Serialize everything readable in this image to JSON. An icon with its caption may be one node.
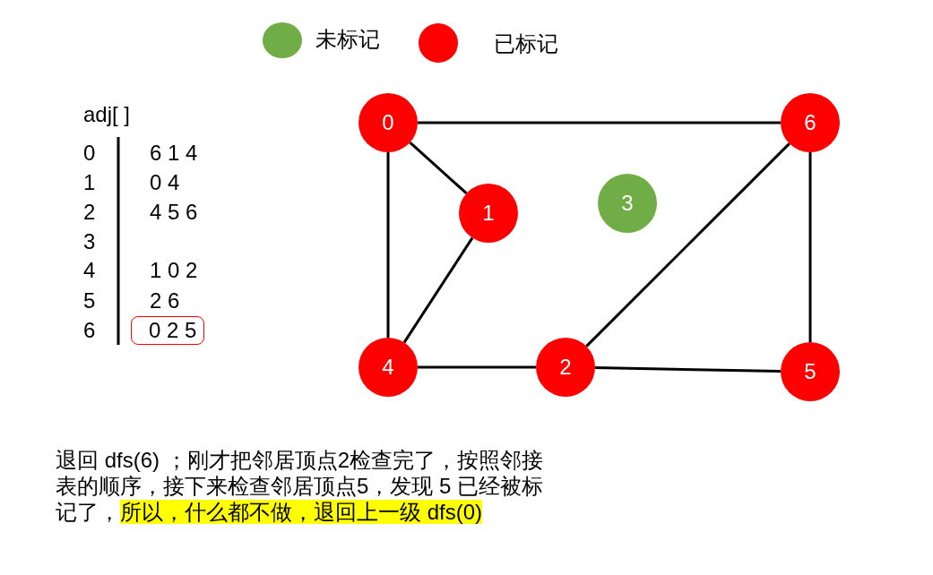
{
  "diagram": {
    "nodes": [
      {
        "text": [
          "0"
        ]
      },
      {
        "text": [
          "6"
        ]
      },
      {
        "text": [
          "1"
        ]
      },
      {
        "text": [
          "3"
        ]
      },
      {
        "text": [
          "4"
        ]
      },
      {
        "text": [
          "2"
        ]
      },
      {
        "text": [
          "5"
        ]
      },
      {
        "text": [
          "0 2 5"
        ]
      },
      {
        "text": [
          "所以，什么都不做，退回上一级 dfs(0)"
        ]
      }
    ],
    "edges": [
      {
        "from": 0,
        "to": 1,
        "arrow": "none"
      },
      {
        "from": 0,
        "to": 2,
        "arrow": "none"
      },
      {
        "from": 0,
        "to": 4,
        "arrow": "none"
      },
      {
        "from": 2,
        "to": 4,
        "arrow": "none"
      },
      {
        "from": 4,
        "to": 5,
        "arrow": "none"
      },
      {
        "from": 5,
        "to": 1,
        "arrow": "none"
      },
      {
        "from": 5,
        "to": 6,
        "arrow": "none"
      },
      {
        "from": 1,
        "to": 6,
        "arrow": "none"
      }
    ],
    "labels": [
      "adj[ ]",
      "0",
      "6 1 4",
      "1",
      "0 4",
      "2",
      "4 5 6",
      "3",
      "4",
      "1 0 2",
      "5",
      "2 6",
      "6",
      "退回 dfs(6) ；刚才把邻居顶点2检查完了，按照邻接表的顺序，接下来检查邻居顶点5，发现 5 已经被标记了，"
    ],
    "legend": [
      {
        "text": "未标记",
        "color": "#70ad47"
      },
      {
        "text": "已标记",
        "color": "#ff0000"
      }
    ]
  }
}
